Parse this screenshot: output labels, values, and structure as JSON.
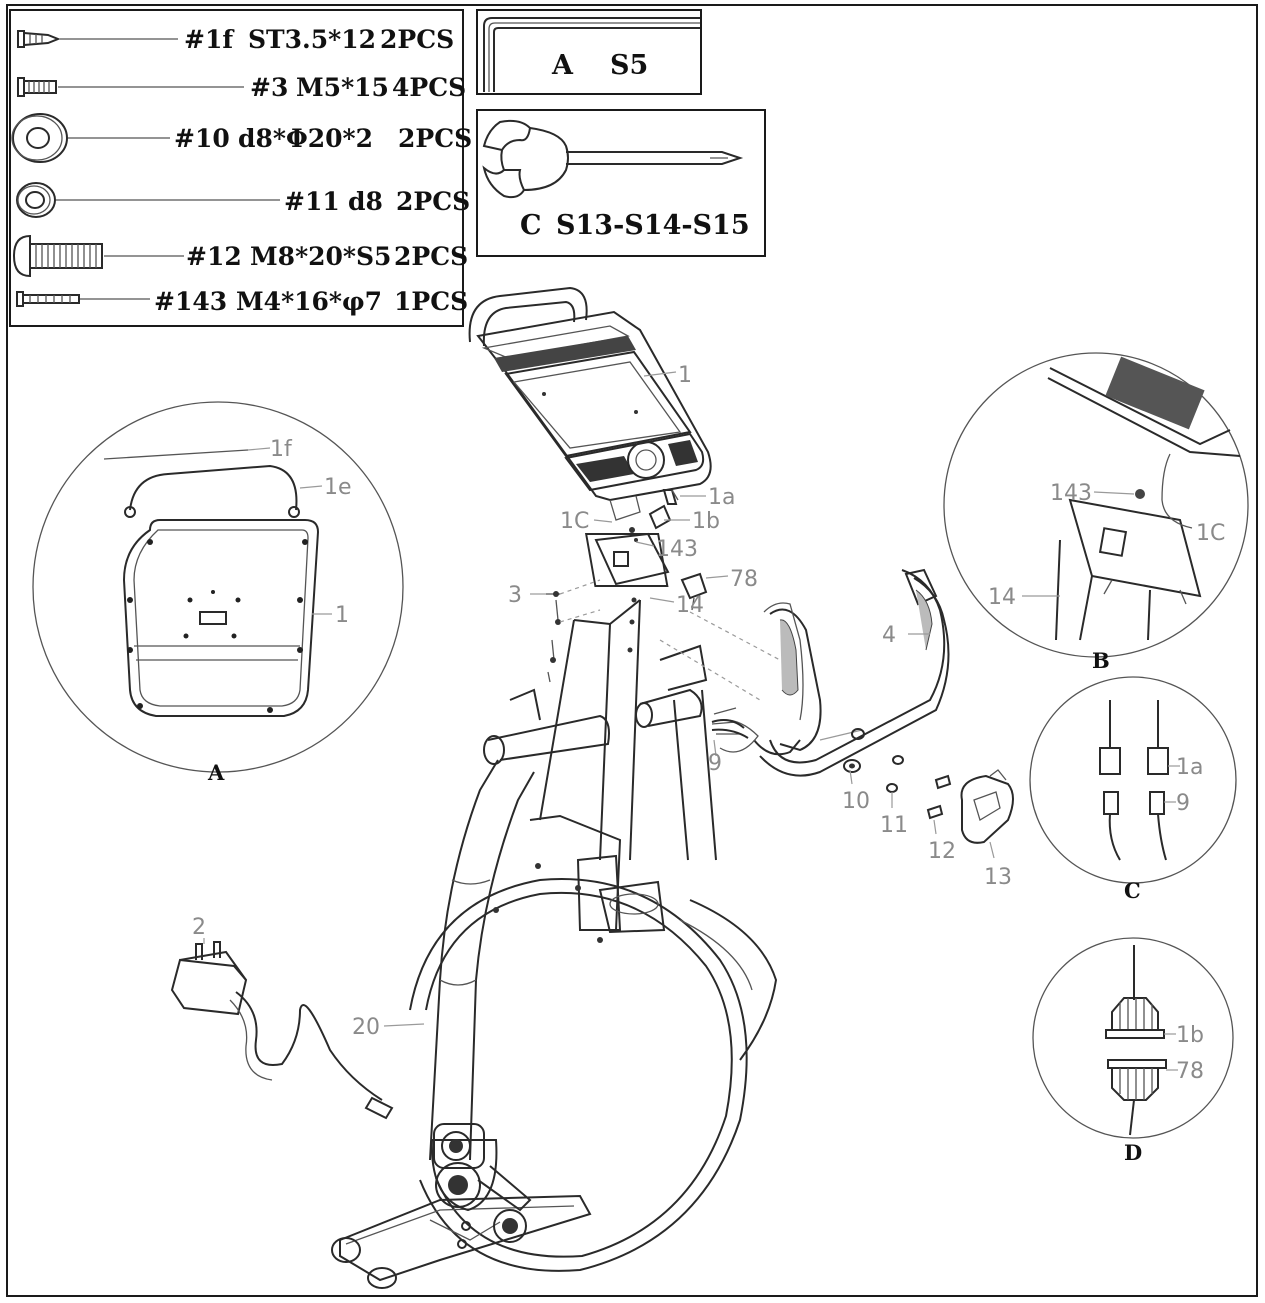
{
  "hardware_list": [
    {
      "code": "#1f",
      "size": "ST3.5*12",
      "qty": "2PCS"
    },
    {
      "code": "#3",
      "size": "M5*15",
      "qty": "4PCS"
    },
    {
      "code": "#10",
      "size": "d8*Φ20*2",
      "qty": "2PCS"
    },
    {
      "code": "#11",
      "size": "d8",
      "qty": "2PCS"
    },
    {
      "code": "#12",
      "size": "M8*20*S5",
      "qty": "2PCS"
    },
    {
      "code": "#143",
      "size": "M4*16*φ7",
      "qty": "1PCS"
    }
  ],
  "tools": {
    "allen_key": {
      "letter": "A",
      "size": "S5"
    },
    "wrench": {
      "letter": "C",
      "size": "S13-S14-S15"
    }
  },
  "part_labels": {
    "console": "1",
    "cable_1a": "1a",
    "connector_1b": "1b",
    "cable_1c": "1C",
    "screw_143": "143",
    "connector_78": "78",
    "bolt_3": "3",
    "mast_14": "14",
    "handlebar_4": "4",
    "wire_9": "9",
    "washer_10": "10",
    "washer_11": "11",
    "bolt_12": "12",
    "cover_13": "13",
    "adapter_2": "2",
    "frame_20": "20"
  },
  "detail_a": {
    "title": "A",
    "labels": {
      "screw": "1f",
      "handle": "1e",
      "console": "1"
    }
  },
  "detail_b": {
    "title": "B",
    "labels": {
      "screw": "143",
      "cable": "1C",
      "mast": "14"
    }
  },
  "detail_c": {
    "title": "C",
    "labels": {
      "top": "1a",
      "bottom": "9"
    }
  },
  "detail_d": {
    "title": "D",
    "labels": {
      "top": "1b",
      "bottom": "78"
    }
  }
}
